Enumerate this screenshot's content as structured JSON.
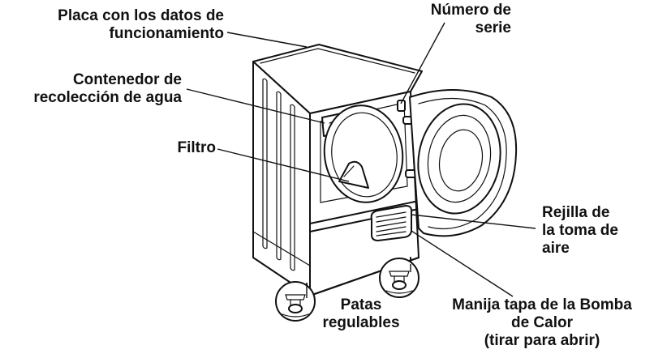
{
  "labels": {
    "rating_plate": [
      "Placa con los datos de",
      "funcionamiento"
    ],
    "serial_number": [
      "Número de",
      "serie"
    ],
    "water_container": [
      "Contenedor de",
      "recolección de agua"
    ],
    "filter": [
      "Filtro"
    ],
    "air_intake_grille": [
      "Rejilla de",
      "la toma de",
      "aire"
    ],
    "heat_pump_handle": [
      "Manija tapa de la Bomba",
      "de Calor",
      "(tirar para abrir)"
    ],
    "adjustable_feet": [
      "Patas",
      "regulables"
    ]
  }
}
